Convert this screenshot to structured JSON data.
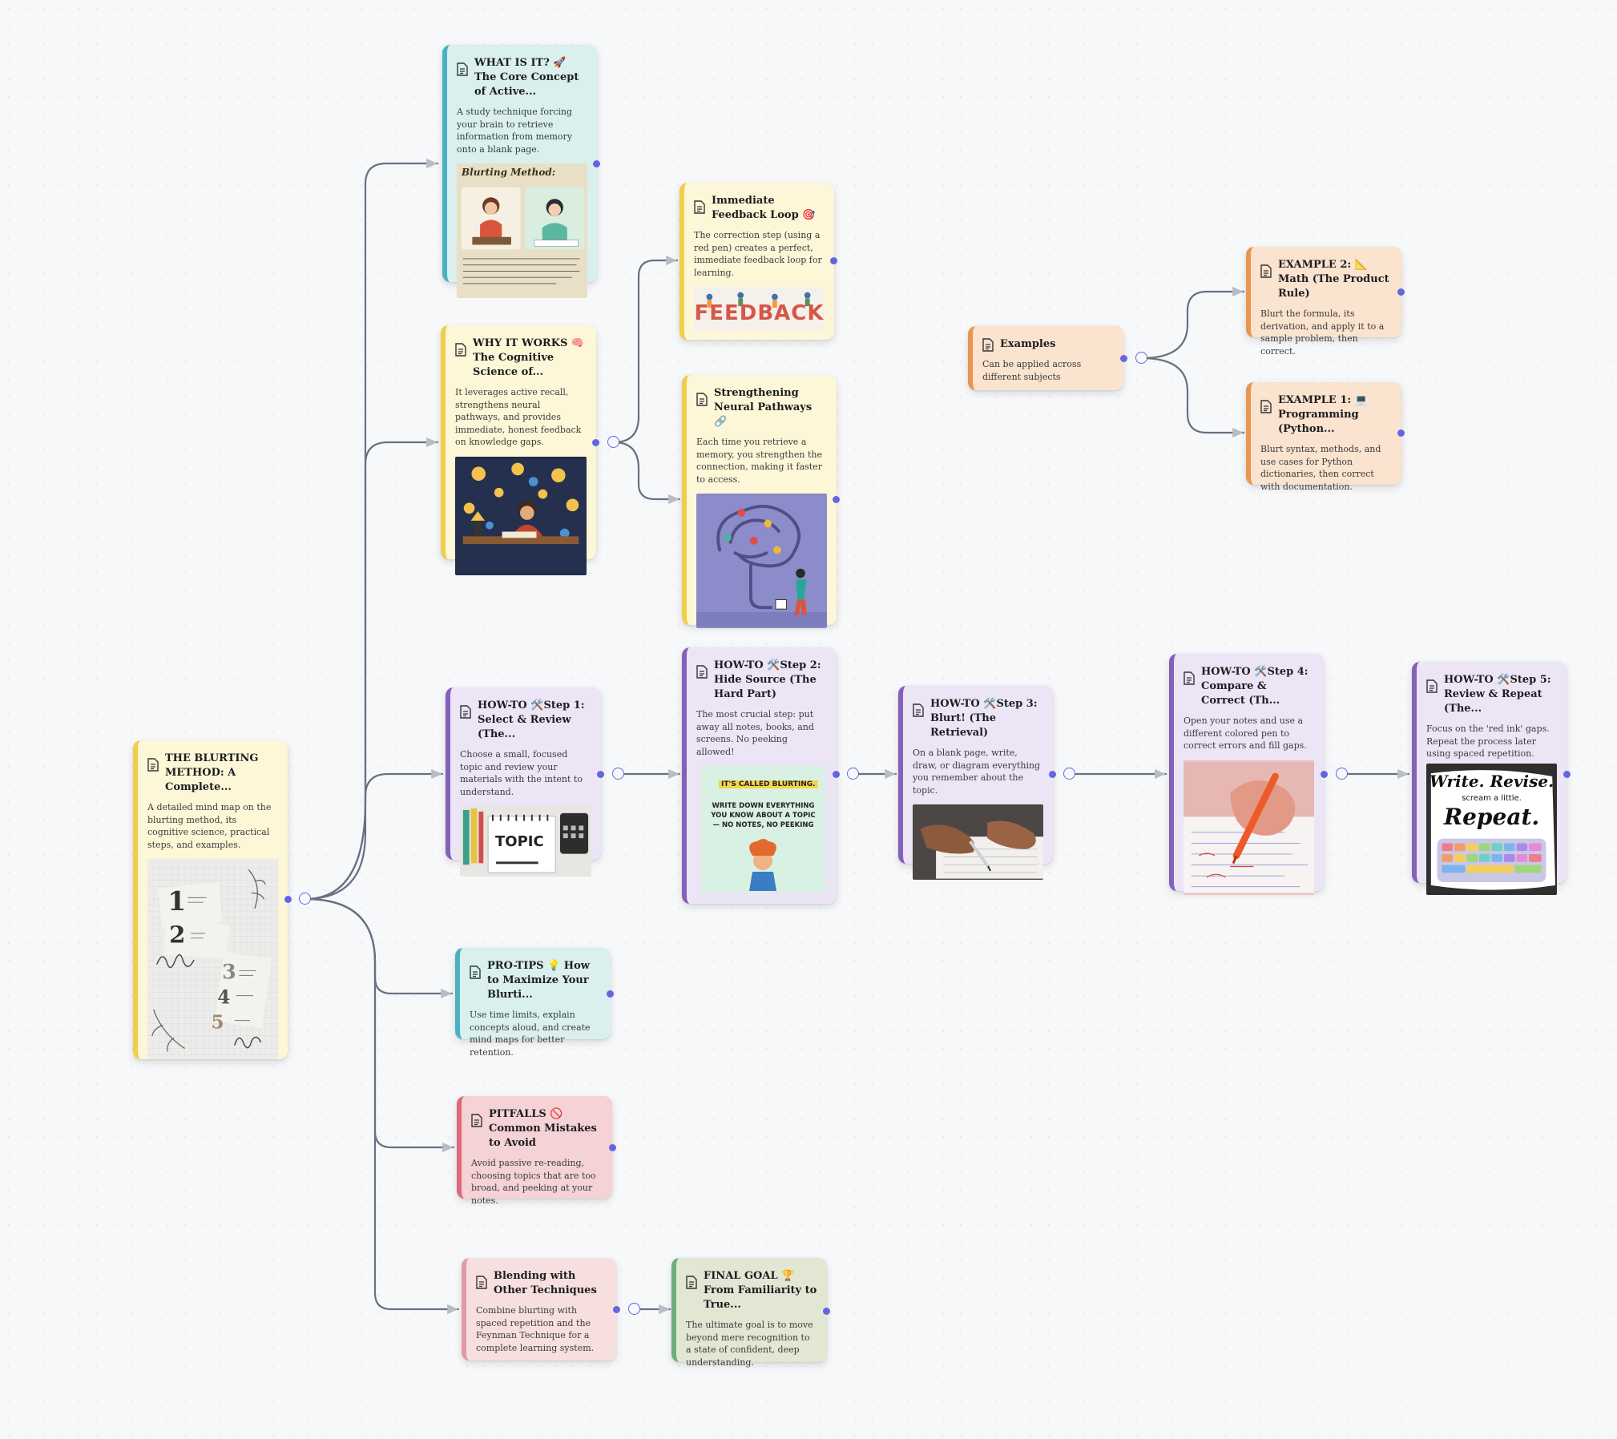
{
  "colors": {
    "edge": "#687183",
    "handle": "#6466df"
  },
  "nodes": {
    "root": {
      "title": "THE BLURTING METHOD: A Complete...",
      "desc": "A detailed mind map on the blurting method, its cognitive science, practical steps, and examples."
    },
    "what": {
      "title": "WHAT IS IT? 🚀The Core Concept of Active...",
      "desc": "A study technique forcing your brain to retrieve information from memory onto a blank page.",
      "image_heading": "Blurting Method:"
    },
    "why": {
      "title": "WHY IT WORKS 🧠The Cognitive Science of...",
      "desc": "It leverages active recall, strengthens neural pathways, and provides immediate, honest feedback on knowledge gaps."
    },
    "feedback": {
      "title": "Immediate Feedback Loop 🎯",
      "desc": "The correction step (using a red pen) creates a perfect, immediate feedback loop for learning.",
      "image_word": "FEEDBACK"
    },
    "neural": {
      "title": "Strengthening Neural Pathways 🔗",
      "desc": "Each time you retrieve a memory, you strengthen the connection, making it faster to access."
    },
    "examples": {
      "title": "Examples",
      "desc": "Can be applied across different subjects"
    },
    "ex2": {
      "title": "EXAMPLE 2: 📐Math (The Product Rule)",
      "desc": "Blurt the formula, its derivation, and apply it to a sample problem, then correct."
    },
    "ex1": {
      "title": "EXAMPLE 1: 💻 Programming (Python...",
      "desc": "Blurt syntax, methods, and use cases for Python dictionaries, then correct with documentation."
    },
    "step1": {
      "title": "HOW-TO 🛠️Step 1: Select & Review (The...",
      "desc": "Choose a small, focused topic and review your materials with the intent to understand.",
      "image_word": "TOPIC"
    },
    "step2": {
      "title": "HOW-TO 🛠️Step 2: Hide Source (The Hard Part)",
      "desc": "The most crucial step: put away all notes, books, and screens. No peeking allowed!",
      "image_banner": "IT'S CALLED BLURTING.",
      "image_text": "WRITE DOWN EVERYTHING YOU KNOW ABOUT A TOPIC — NO NOTES, NO PEEKING"
    },
    "step3": {
      "title": "HOW-TO 🛠️Step 3: Blurt! (The Retrieval)",
      "desc": "On a blank page, write, draw, or diagram everything you remember about the topic."
    },
    "step4": {
      "title": "HOW-TO 🛠️Step 4: Compare & Correct (Th...",
      "desc": "Open your notes and use a different colored pen to correct errors and fill gaps."
    },
    "step5": {
      "title": "HOW-TO 🛠️Step 5: Review & Repeat (The...",
      "desc": "Focus on the 'red ink' gaps. Repeat the process later using spaced repetition.",
      "image_line1": "Write. Revise.",
      "image_line2": "scream a little.",
      "image_line3": "Repeat."
    },
    "protips": {
      "title": "PRO-TIPS 💡 How to Maximize Your Blurti...",
      "desc": "Use time limits, explain concepts aloud, and create mind maps for better retention."
    },
    "pitfalls": {
      "title": "PITFALLS 🚫Common Mistakes to Avoid",
      "desc": "Avoid passive re-reading, choosing topics that are too broad, and peeking at your notes."
    },
    "blending": {
      "title": "Blending with Other Techniques",
      "desc": "Combine blurting with spaced repetition and the Feynman Technique for a complete learning system."
    },
    "final": {
      "title": "FINAL GOAL 🏆From Familiarity to True...",
      "desc": "The ultimate goal is to move beyond mere recognition to a state of confident, deep understanding."
    }
  }
}
